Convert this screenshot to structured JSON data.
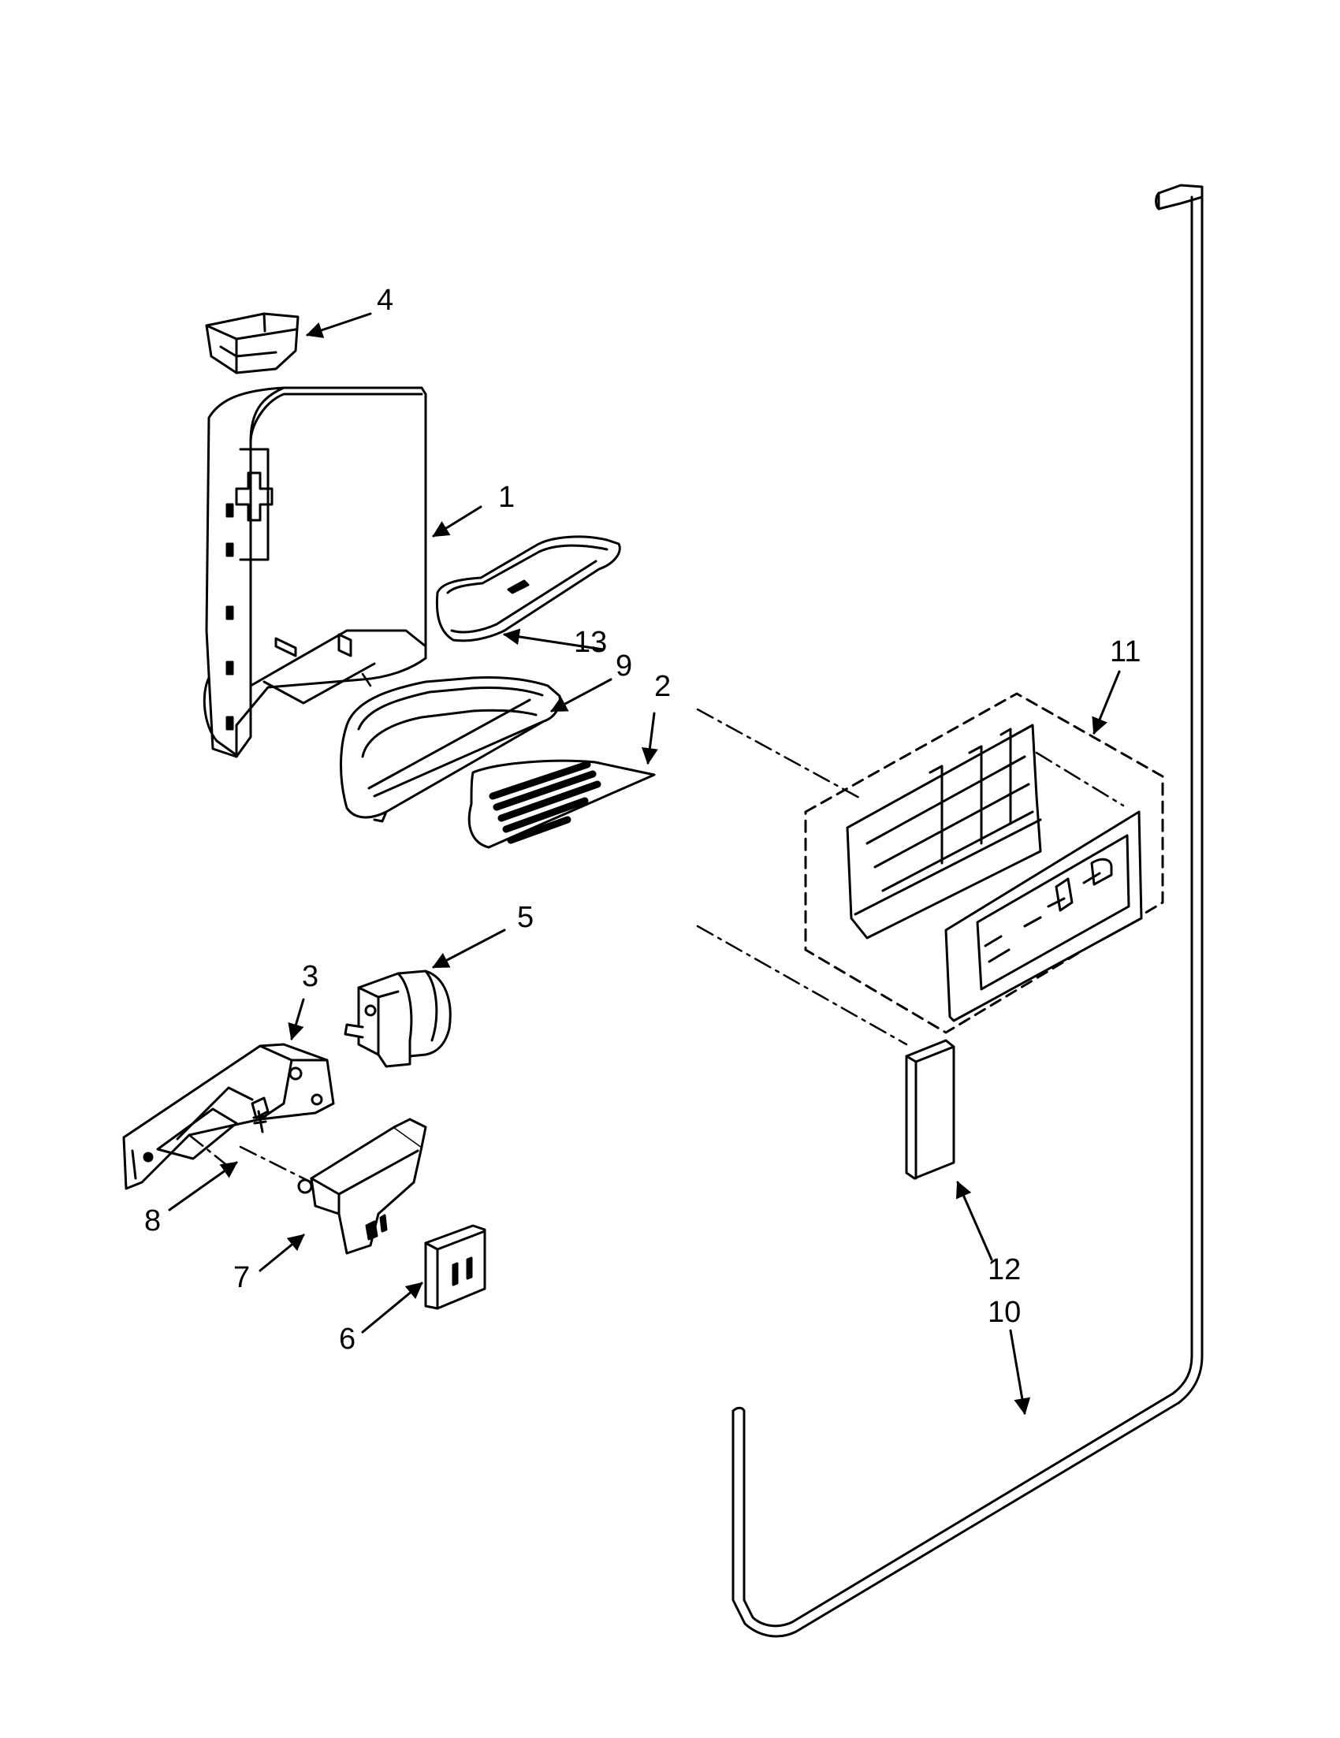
{
  "diagram": {
    "callouts": {
      "c1": "1",
      "c2": "2",
      "c3": "3",
      "c4": "4",
      "c5": "5",
      "c6": "6",
      "c7": "7",
      "c8": "8",
      "c9": "9",
      "c10": "10",
      "c11": "11",
      "c12": "12",
      "c13": "13"
    },
    "colors": {
      "line": "#000000",
      "paper": "#ffffff",
      "shade": "#d8d8d8"
    }
  }
}
